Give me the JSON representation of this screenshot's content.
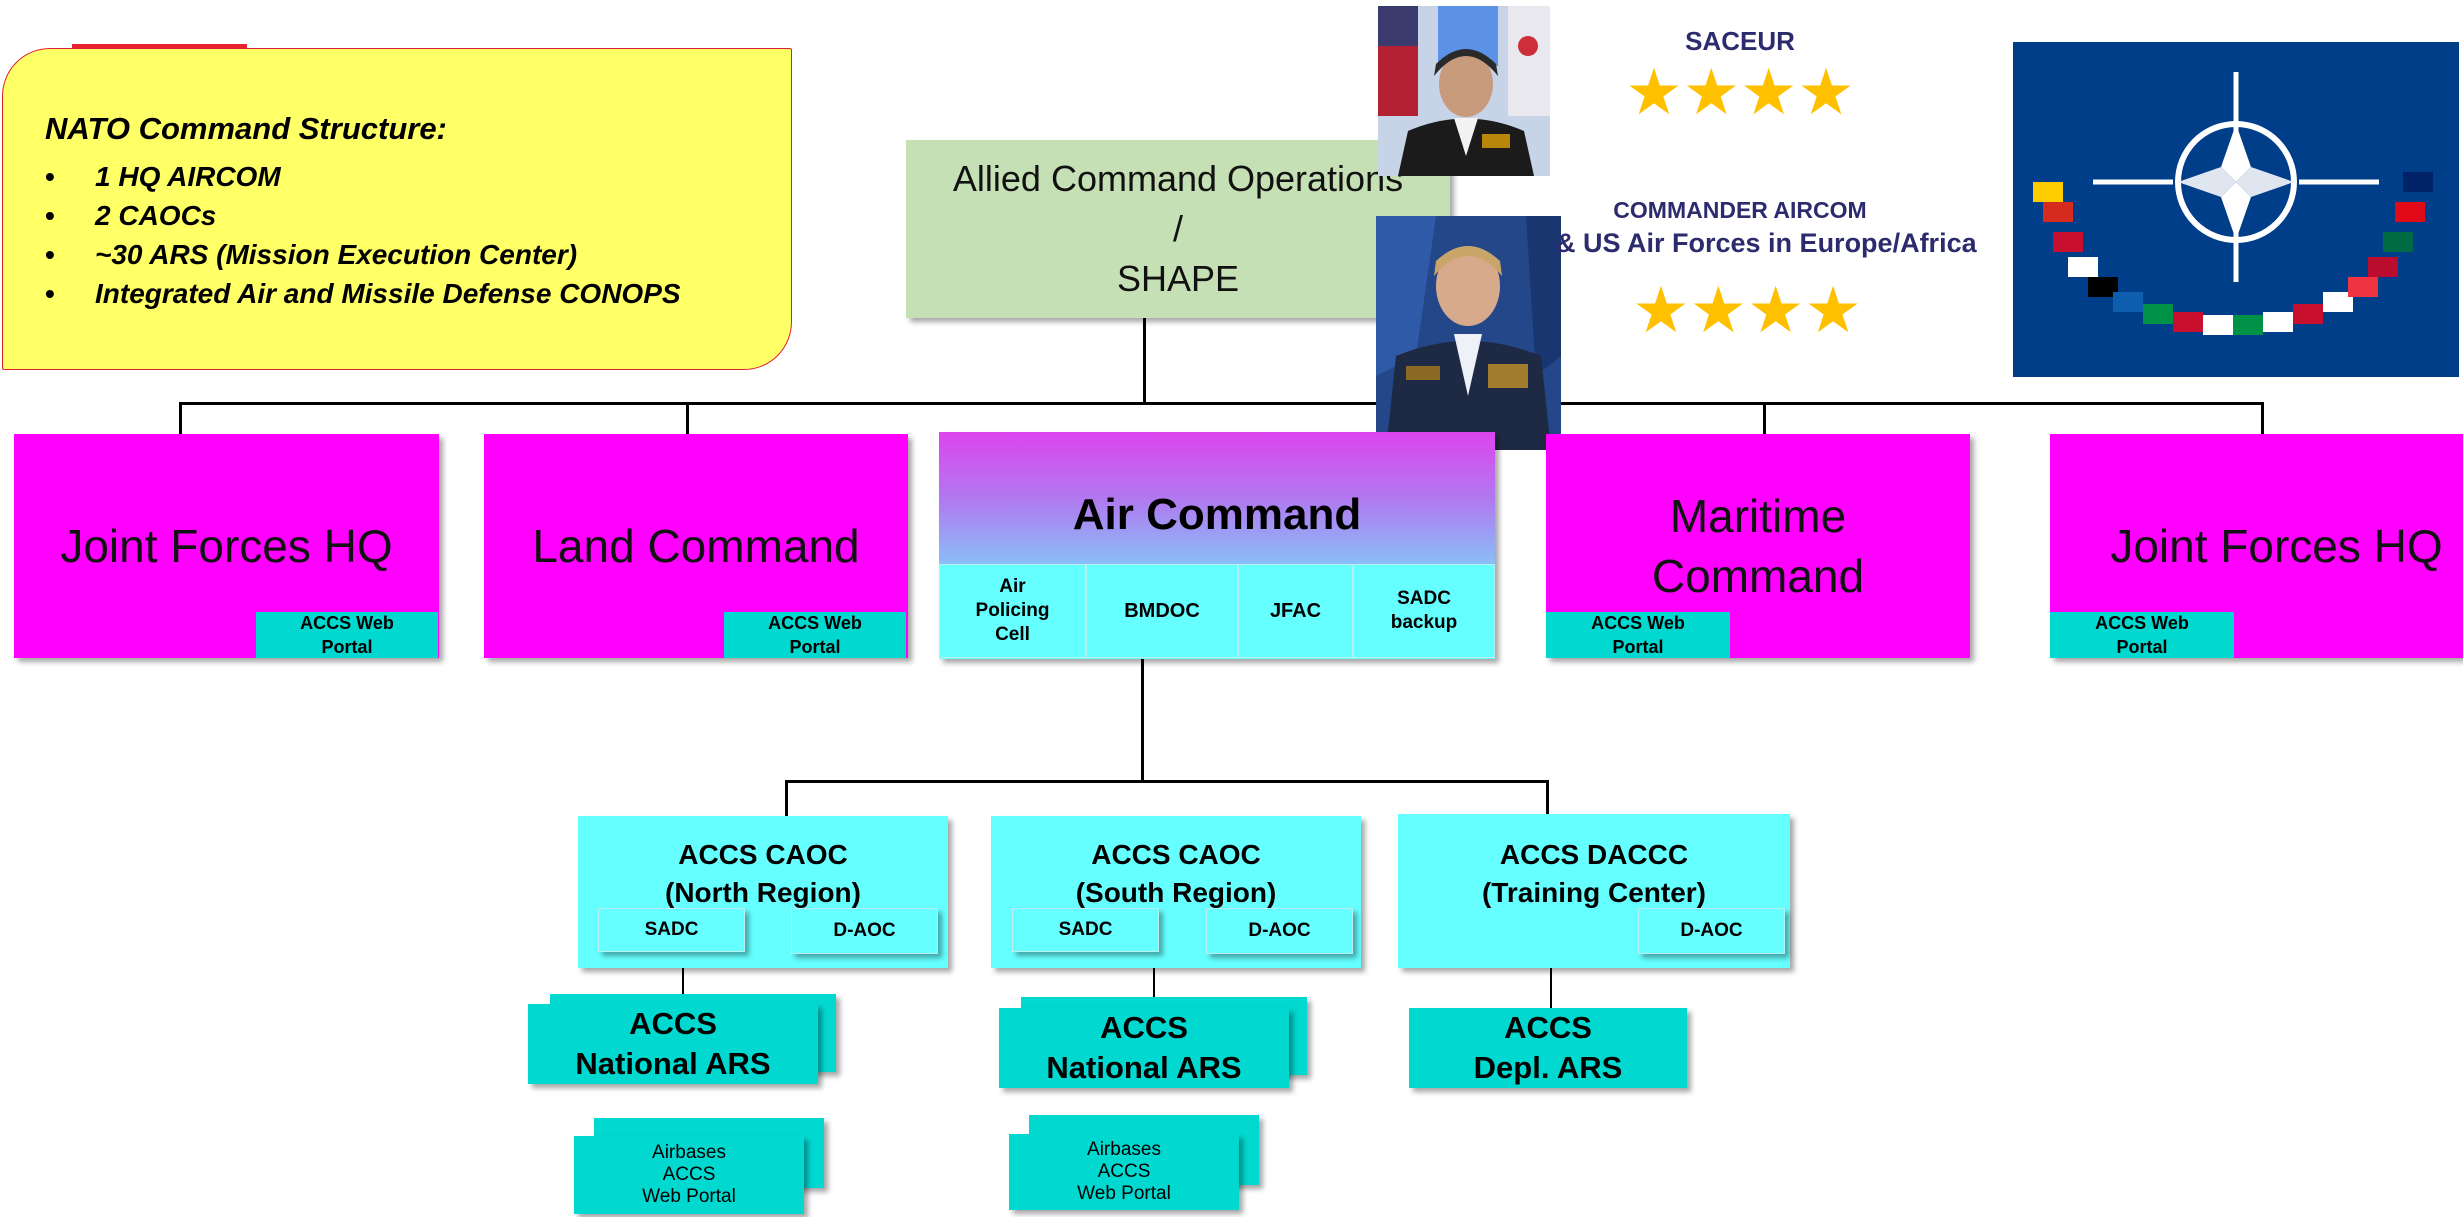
{
  "info": {
    "title": "NATO Command Structure:",
    "items": [
      "1 HQ AIRCOM",
      "2 CAOCs",
      "~30 ARS (Mission Execution Center)",
      "Integrated Air and Missile Defense CONOPS"
    ]
  },
  "top": {
    "line1": "Allied Command Operations",
    "line2": "/",
    "line3": "SHAPE"
  },
  "commanders": {
    "saceur_label": "SACEUR",
    "aircom_label1": "COMMANDER AIRCOM",
    "aircom_label2": "& US Air Forces in Europe/Africa",
    "stars": "★"
  },
  "commands": {
    "jfhq_left": "Joint Forces HQ",
    "land": "Land Command",
    "air": "Air Command",
    "maritime_1": "Maritime",
    "maritime_2": "Command",
    "jfhq_right": "Joint Forces HQ"
  },
  "portal": {
    "line1": "ACCS Web",
    "line2": "Portal"
  },
  "air_subs": {
    "policing_1": "Air",
    "policing_2": "Policing",
    "policing_3": "Cell",
    "bmdoc": "BMDOC",
    "jfac": "JFAC",
    "sadc_1": "SADC",
    "sadc_2": "backup"
  },
  "caoc_north": {
    "line1": "ACCS CAOC",
    "line2": "(North Region)"
  },
  "caoc_south": {
    "line1": "ACCS CAOC",
    "line2": "(South Region)"
  },
  "daccc": {
    "line1": "ACCS DACCC",
    "line2": "(Training Center)"
  },
  "small": {
    "sadc": "SADC",
    "daoc": "D-AOC"
  },
  "ars": {
    "line1": "ACCS",
    "line2": "National ARS"
  },
  "depl": {
    "line1": "ACCS",
    "line2": "Depl. ARS"
  },
  "airbases": {
    "line1": "Airbases",
    "line2": "ACCS",
    "line3": "Web Portal"
  },
  "colors": {
    "magenta": "#ff00ff",
    "cyan": "#66ffff",
    "teal": "#00d8d0",
    "green": "#c5e0b4",
    "yellow": "#ffff66",
    "nato_blue": "#003e8a"
  }
}
